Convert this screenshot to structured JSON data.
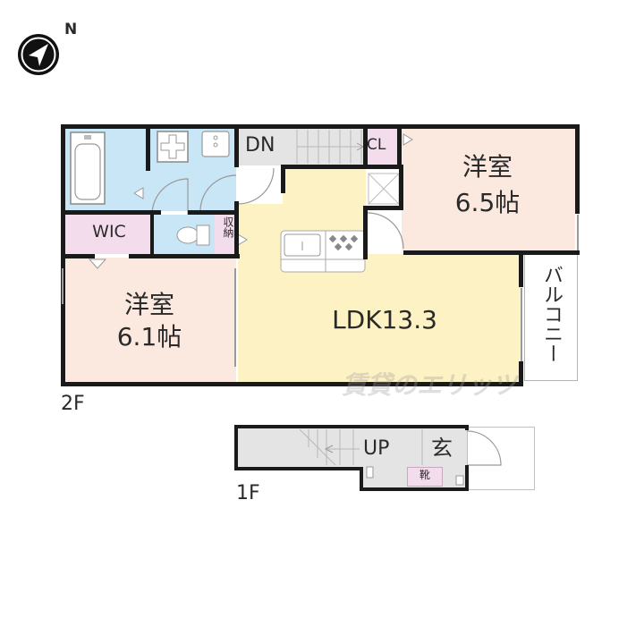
{
  "compass": {
    "direction_label": "N"
  },
  "floors": {
    "second": {
      "label": "2F",
      "rooms": {
        "bedroom_east": {
          "name": "洋室",
          "size": "6.5帖"
        },
        "bedroom_west": {
          "name": "洋室",
          "size": "6.1帖"
        },
        "ldk": {
          "label": "LDK13.3"
        },
        "wic": {
          "label": "WIC"
        },
        "closet": {
          "label": "CL"
        },
        "storage": {
          "label": "収納"
        },
        "stairs": {
          "label": "DN"
        },
        "balcony": {
          "label": "バルコニー"
        }
      }
    },
    "first": {
      "label": "1F",
      "rooms": {
        "stairs": {
          "label": "UP"
        },
        "entrance": {
          "label": "玄"
        },
        "shoe_storage": {
          "label": "靴"
        }
      }
    }
  },
  "watermark": {
    "text": "賃貸のエリッツ"
  },
  "colors": {
    "bedroom": "#fbe9df",
    "ldk": "#fdf2c4",
    "wet_area": "#c9e6f6",
    "storage": "#f3dcec",
    "stairs": "#e4e4e4",
    "wall": "#1a1a1a"
  }
}
